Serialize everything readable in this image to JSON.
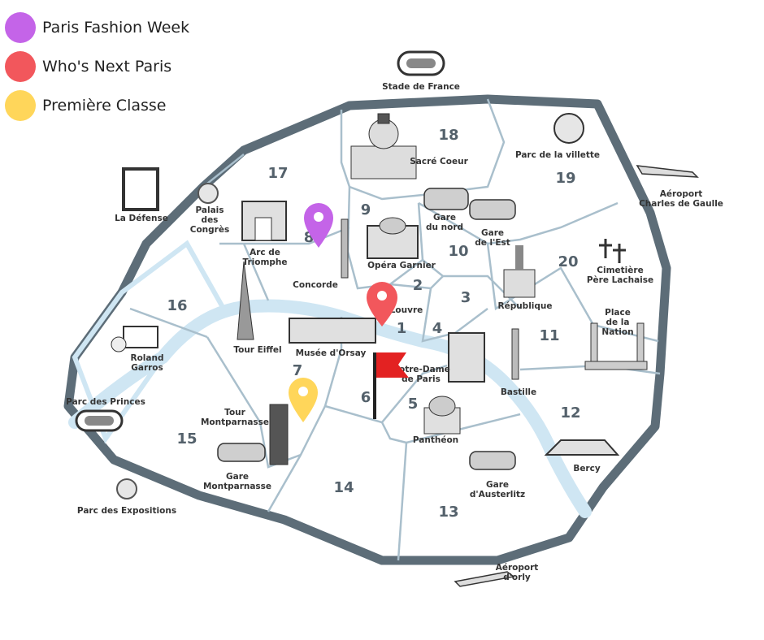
{
  "legend": [
    {
      "label": "Paris Fashion Week",
      "color": "#c464e8"
    },
    {
      "label": "Who's Next Paris",
      "color": "#f2575c"
    },
    {
      "label": "Première Classe",
      "color": "#ffd65a"
    }
  ],
  "arrondissements": [
    "1",
    "2",
    "3",
    "4",
    "5",
    "6",
    "7",
    "8",
    "9",
    "10",
    "11",
    "12",
    "13",
    "14",
    "15",
    "16",
    "17",
    "18",
    "19",
    "20"
  ],
  "landmarks": {
    "stade_de_france": "Stade de France",
    "sacre_coeur": "Sacré Coeur",
    "parc_villette": "Parc de la villette",
    "aeroport_cdg": [
      "Aéroport",
      "Charles de Gaulle"
    ],
    "la_defense": "La Défense",
    "palais_congres": [
      "Palais",
      "des",
      "Congrès"
    ],
    "arc_triomphe": [
      "Arc de",
      "Triomphe"
    ],
    "gare_nord": [
      "Gare",
      "du nord"
    ],
    "gare_est": [
      "Gare",
      "de l'Est"
    ],
    "opera": "Opéra Garnier",
    "concorde": "Concorde",
    "cimetiere": [
      "Cimetière",
      "Père Lachaise"
    ],
    "louvre": "Louvre",
    "republique": "République",
    "place_nation": [
      "Place",
      "de la",
      "Nation"
    ],
    "tour_eiffel": "Tour Eiffel",
    "musee_orsay": "Musée d'Orsay",
    "notre_dame": [
      "Notre-Dame",
      "de Paris"
    ],
    "roland_garros": [
      "Roland",
      "Garros"
    ],
    "bastille": "Bastille",
    "parc_princes": "Parc des Princes",
    "tour_montparnasse": [
      "Tour",
      "Montparnasse"
    ],
    "pantheon": "Panthéon",
    "gare_montparnasse": [
      "Gare",
      "Montparnasse"
    ],
    "bercy": "Bercy",
    "gare_austerlitz": [
      "Gare",
      "d'Austerlitz"
    ],
    "parc_expositions": "Parc des Expositions",
    "aeroport_orly": [
      "Aéroport",
      "d'orly"
    ]
  },
  "colors": {
    "boundary": "#5d6d78",
    "seine": "#cfe6f3",
    "district_lines": "#a9bfcc",
    "flag": "#e32222"
  },
  "icons": [
    "pin-icon",
    "flag-icon",
    "airplane-icon",
    "stadium-icon",
    "monument-icon"
  ]
}
